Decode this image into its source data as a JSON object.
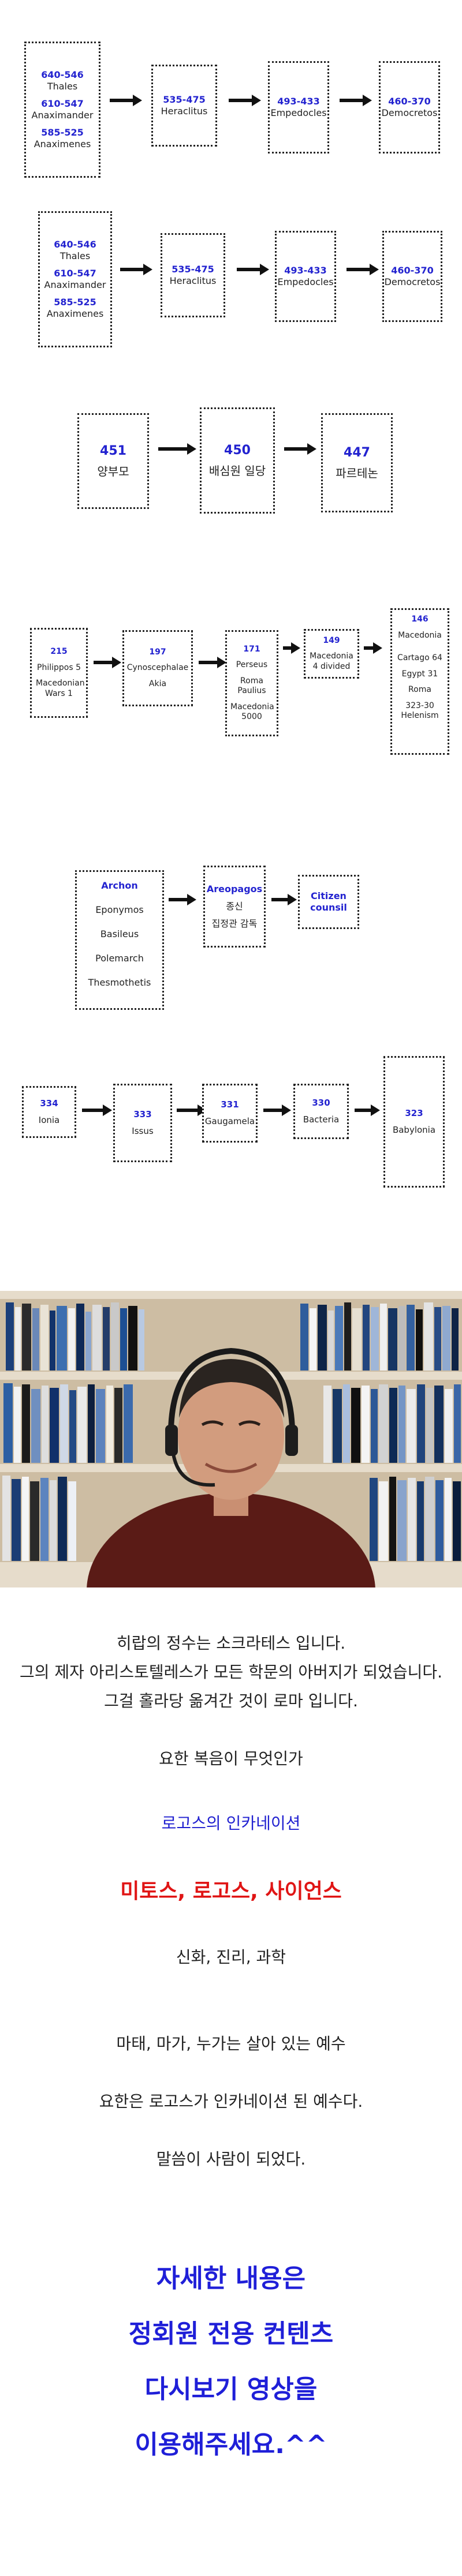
{
  "diagram1": {
    "box1": [
      "640-546",
      "Thales",
      "610-547",
      "Anaximander",
      "585-525",
      "Anaximenes"
    ],
    "box2": [
      "535-475",
      "Heraclitus"
    ],
    "box3": [
      "493-433",
      "Empedocles"
    ],
    "box4": [
      "460-370",
      "Democretos"
    ]
  },
  "diagram2": {
    "box1": [
      "640-546",
      "Thales",
      "610-547",
      "Anaximander",
      "585-525",
      "Anaximenes"
    ],
    "box2": [
      "535-475",
      "Heraclitus"
    ],
    "box3": [
      "493-433",
      "Empedocles"
    ],
    "box4": [
      "460-370",
      "Democretos"
    ]
  },
  "diagram3": {
    "box1": [
      "451",
      "양부모"
    ],
    "box2": [
      "450",
      "배심원 일당"
    ],
    "box3": [
      "447",
      "파르테논"
    ]
  },
  "diagram4": {
    "box1": [
      "215",
      "Philippos 5",
      "Macedonian Wars 1"
    ],
    "box2": [
      "197",
      "Cynoscephalae",
      "Akia"
    ],
    "box3": [
      "171",
      "Perseus",
      "Roma Paulius",
      "Macedonia 5000"
    ],
    "box4": [
      "149",
      "Macedonia 4 divided"
    ],
    "box5": [
      "146",
      "Macedonia",
      "Cartago 64",
      "Egypt 31",
      "Roma",
      "323-30 Helenism"
    ]
  },
  "diagram5": {
    "box1": [
      "Archon",
      "Eponymos",
      "Basileus",
      "Polemarch",
      "Thesmothetis"
    ],
    "box2": [
      "Areopagos",
      "종신",
      "집정관 감독"
    ],
    "box3": [
      "Citizen counsil"
    ]
  },
  "diagram6": {
    "box1": [
      "334",
      "Ionia"
    ],
    "box2": [
      "333",
      "Issus"
    ],
    "box3": [
      "331",
      "Gaugamela"
    ],
    "box4": [
      "330",
      "Bacteria"
    ],
    "box5": [
      "323",
      "Babylonia"
    ]
  },
  "text": {
    "line1": "히랍의 정수는 소크라테스 입니다.",
    "line2": "그의 제자 아리스토텔레스가 모든 학문의 아버지가 되었습니다.",
    "line3": "그걸 홀라당 옮겨간 것이 로마 입니다.",
    "line4": "요한 복음이 무엇인가",
    "line5": "로고스의 인카네이션",
    "line6": "미토스, 로고스, 사이언스",
    "line7": "신화, 진리, 과학",
    "line8": "마태, 마가, 누가는 살아 있는 예수",
    "line9": "요한은 로고스가 인카네이션 된 예수다.",
    "line10": "말씀이 사람이 되었다."
  },
  "cta": {
    "line1": "자세한 내용은",
    "line2": "정회원 전용 컨텐츠",
    "line3": "다시보기 영상을",
    "line4": "이용해주세요.^^"
  },
  "colors": {
    "accent_blue": "#2323d0",
    "accent_red": "#e01515"
  }
}
